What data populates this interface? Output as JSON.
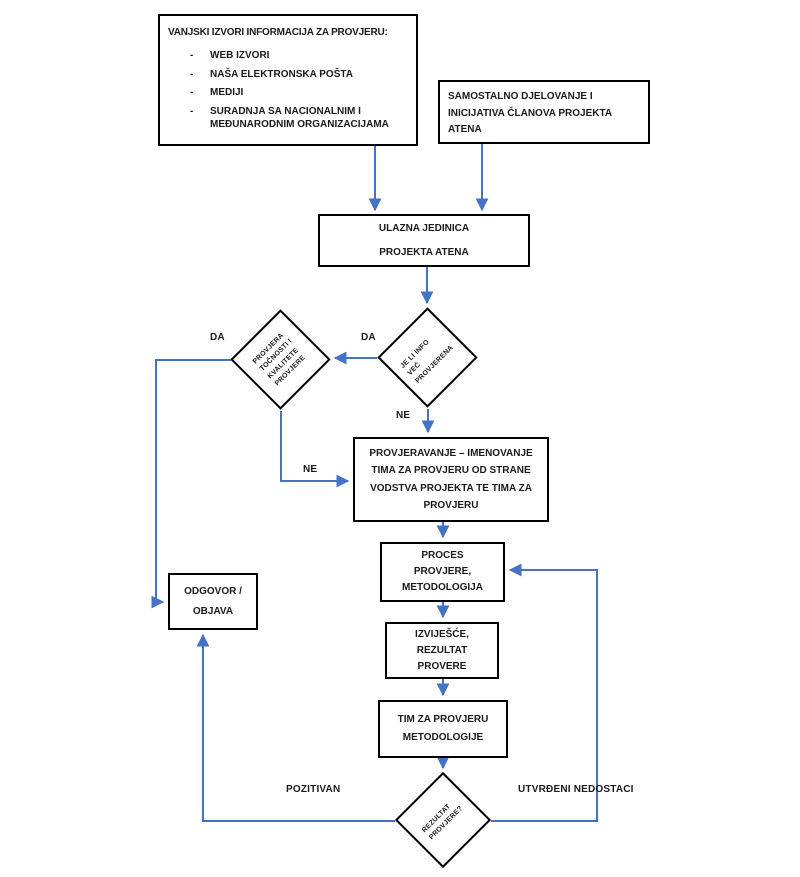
{
  "colors": {
    "connector_blue": "#4472C4",
    "node_border": "#000000",
    "background": "#ffffff"
  },
  "nodes": {
    "vanjski": {
      "title": "VANJSKI IZVORI INFORMACIJA ZA PROVJERU:",
      "bullet": "-",
      "items": [
        "WEB IZVORI",
        "NAŠA ELEKTRONSKA POŠTA",
        "MEDIJI",
        "SURADNJA SA NACIONALNIM I MEĐUNARODNIM ORGANIZACIJAMA"
      ]
    },
    "samostalno": {
      "text": "SAMOSTALNO DJELOVANJE I INICIJATIVA ČLANOVA PROJEKTA ATENA"
    },
    "ulazna": {
      "line1": "ULAZNA JEDINICA",
      "line2": "PROJEKTA ATENA"
    },
    "jelinfo": {
      "line1": "JE LI INFO",
      "line2": "VEĆ",
      "line3": "PROVJERENA"
    },
    "provjera": {
      "line1": "PROVJERA",
      "line2": "TOČNOSTI I",
      "line3": "KVALITETE",
      "line4": "PROVJERE"
    },
    "provjeravanje": {
      "text": "PROVJERAVANJE – IMENOVANJE TIMA ZA PROVJERU OD STRANE VODSTVA PROJEKTA TE TIMA ZA PROVJERU"
    },
    "proces": {
      "line1": "PROCES",
      "line2": "PROVJERE,",
      "line3": "METODOLOGIJA"
    },
    "izvijesce": {
      "line1": "IZVIJEŠĆE,",
      "line2": "REZULTAT",
      "line3": "PROVERE"
    },
    "tim": {
      "line1": "TIM ZA PROVJERU",
      "line2": "METODOLOGIJE"
    },
    "rezultat": {
      "line1": "REZULTAT",
      "line2": "PROVJERE?"
    },
    "odgovor": {
      "line1": "ODGOVOR /",
      "line2": "OBJAVA"
    }
  },
  "labels": {
    "da_left": "DA",
    "da_right": "DA",
    "ne_down": "NE",
    "ne_mid": "NE",
    "pozitivan": "POZITIVAN",
    "utvrdeni": "UTVRĐENI NEDOSTACI"
  }
}
